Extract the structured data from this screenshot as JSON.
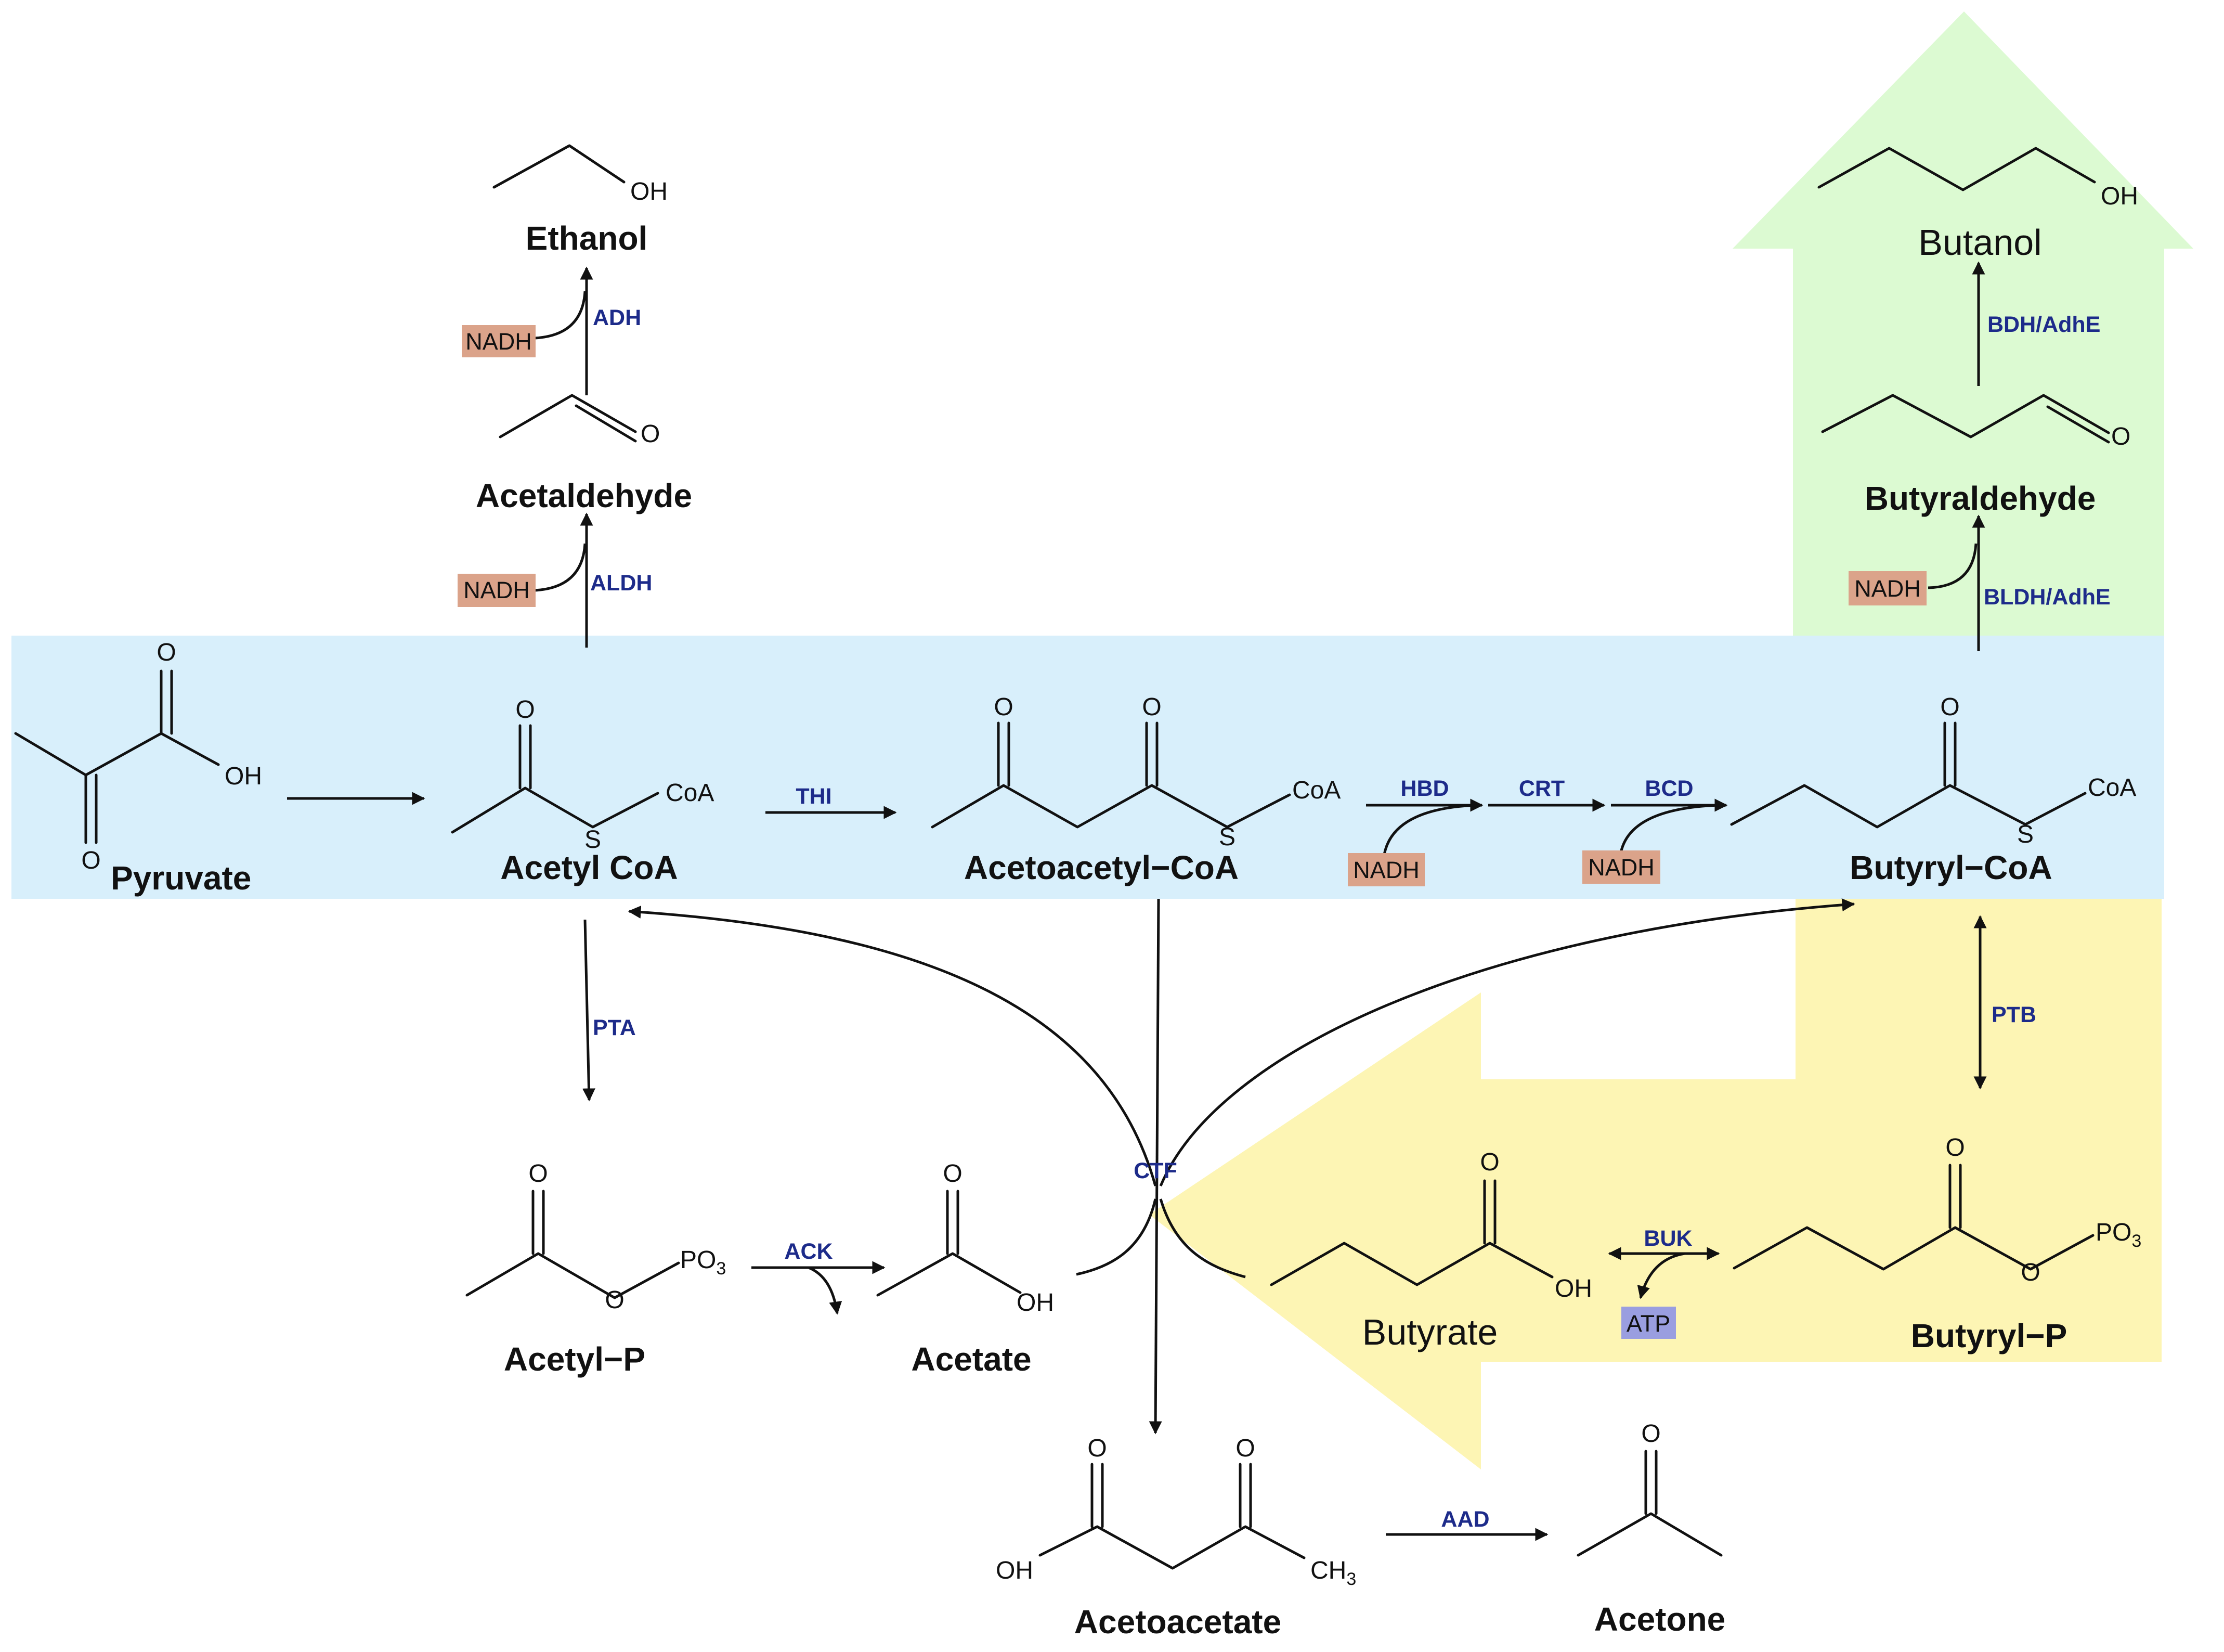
{
  "colors": {
    "main_band": "#d8effb",
    "solvent_region": "#dcfad2",
    "acid_region": "#fdf5b4",
    "enzyme": "#1d2b8a",
    "highlight": "#e8140f",
    "nadh_box": "#dba38a",
    "atp_box": "#9a9ee0"
  },
  "compounds": {
    "ethanol": "Ethanol",
    "acetaldehyde": "Acetaldehyde",
    "pyruvate": "Pyruvate",
    "acetyl_coa": "Acetyl CoA",
    "acetoacetyl_coa": "Acetoacetyl−CoA",
    "butyryl_coa": "Butyryl−CoA",
    "butyraldehyde": "Butyraldehyde",
    "butanol": "Butanol",
    "acetyl_p": "Acetyl−P",
    "acetate": "Acetate",
    "butyrate": "Butyrate",
    "butyryl_p": "Butyryl−P",
    "acetoacetate": "Acetoacetate",
    "acetone": "Acetone"
  },
  "enzymes": {
    "adh": "ADH",
    "aldh": "ALDH",
    "thi": "THI",
    "hbd": "HBD",
    "crt": "CRT",
    "bcd": "BCD",
    "bldh": "BLDH/AdhE",
    "bdh": "BDH/AdhE",
    "pta": "PTA",
    "ptb": "PTB",
    "ack": "ACK",
    "ctf": "CTF",
    "buk": "BUK",
    "aad": "AAD"
  },
  "cofactors": {
    "nadh": "NADH",
    "atp": "ATP"
  },
  "atoms": {
    "o": "O",
    "oh": "OH",
    "coa": "CoA",
    "s": "S",
    "po": "PO",
    "ch": "CH",
    "sub3": "3"
  }
}
